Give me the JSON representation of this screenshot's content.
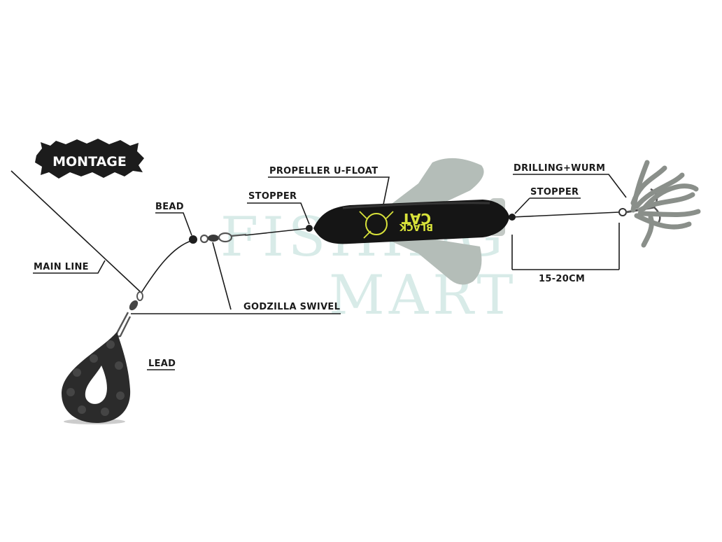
{
  "title": "MONTAGE",
  "watermark": {
    "line1": "FISHING",
    "line2": "MART"
  },
  "labels": {
    "propeller_u_float": "PROPELLER U-FLOAT",
    "stopper_left": "STOPPER",
    "stopper_right": "STOPPER",
    "drilling_wurm": "DRILLING+WURM",
    "bead": "BEAD",
    "main_line": "MAIN LINE",
    "godzilla_swivel": "GODZILLA SWIVEL",
    "lead": "LEAD",
    "distance": "15-20CM"
  },
  "float_brand": {
    "line1": "BLACK",
    "line2": "CAT"
  },
  "colors": {
    "label_text": "#1a1a1a",
    "float_body": "#151515",
    "brand_yellow": "#d8e23a",
    "propeller": "#b4bdb8",
    "lead": "#2b2b2b",
    "worm": "#8a8f8a",
    "watermark": "#b9dcd7"
  }
}
